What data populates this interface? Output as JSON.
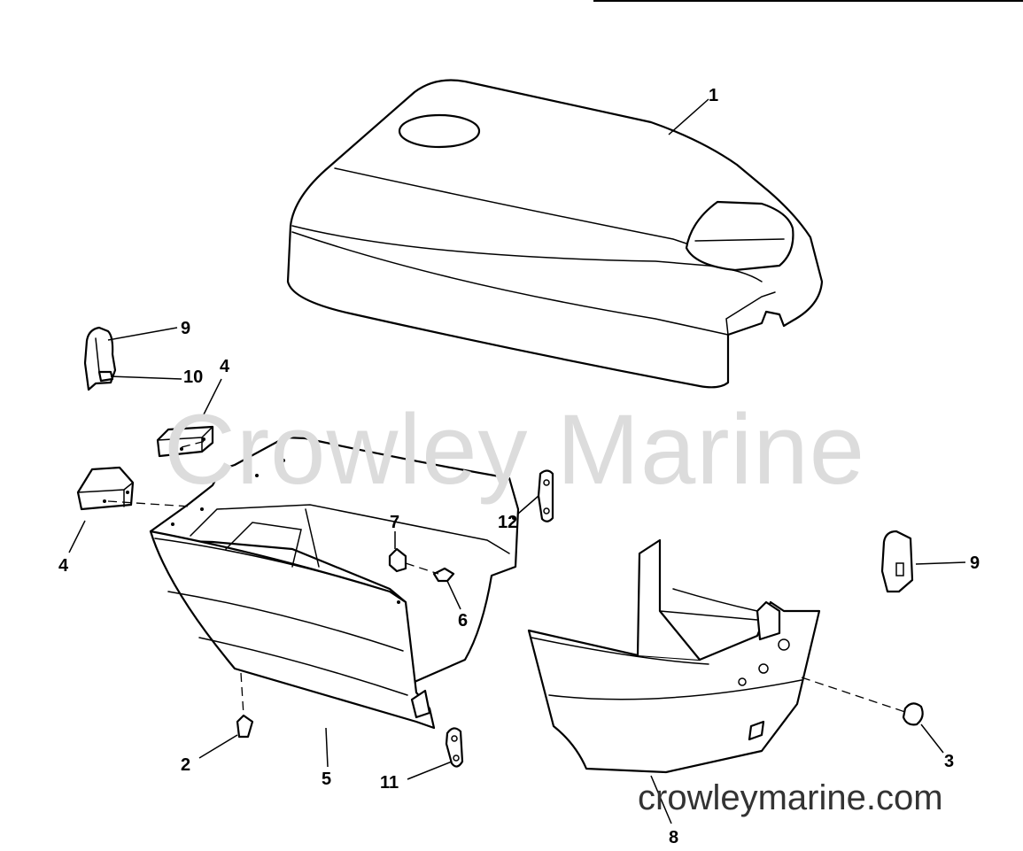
{
  "watermark": "Crowley Marine",
  "website": "crowleymarine.com",
  "callouts": [
    "1",
    "9",
    "10",
    "4",
    "4",
    "12",
    "7",
    "6",
    "2",
    "5",
    "11",
    "8",
    "3",
    "9"
  ]
}
